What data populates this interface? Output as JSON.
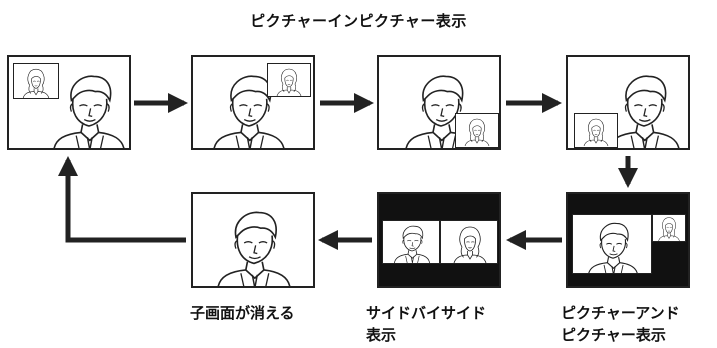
{
  "title": "ピクチャーインピクチャー表示",
  "labels": {
    "child_disappears": "子画面が消える",
    "side_by_side_line1": "サイドバイサイド",
    "side_by_side_line2": "表示",
    "pap_line1": "ピクチャーアンド",
    "pap_line2": "ピクチャー表示"
  },
  "colors": {
    "line": "#222222",
    "arrow": "#222222",
    "panel_dark": "#111111",
    "background": "#ffffff"
  }
}
